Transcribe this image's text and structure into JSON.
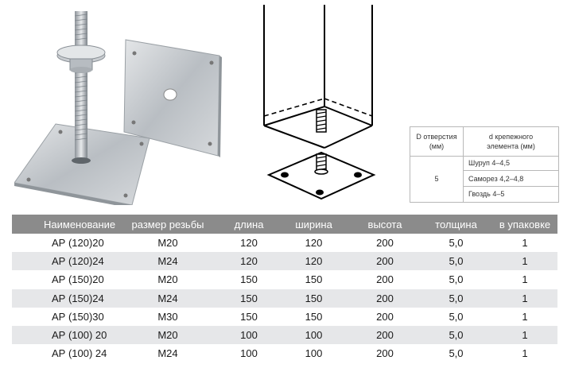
{
  "spec_table": {
    "col1_header": [
      "D отверстия",
      "(мм)"
    ],
    "col2_header": [
      "d крепежного",
      "элемента (мм)"
    ],
    "d_value": "5",
    "items": [
      "Шуруп 4–4,5",
      "Саморез 4,2–4,8",
      "Гвоздь 4–5"
    ]
  },
  "main_table": {
    "headers": [
      "Наименование",
      "размер резьбы",
      "длина",
      "ширина",
      "высота",
      "толщина",
      "в упаковке"
    ],
    "rows": [
      [
        "АР (120)20",
        "М20",
        "120",
        "120",
        "200",
        "5,0",
        "1"
      ],
      [
        "АР (120)24",
        "М24",
        "120",
        "120",
        "200",
        "5,0",
        "1"
      ],
      [
        "АР (150)20",
        "М20",
        "150",
        "150",
        "200",
        "5,0",
        "1"
      ],
      [
        "АР (150)24",
        "М24",
        "150",
        "150",
        "200",
        "5,0",
        "1"
      ],
      [
        "АР (150)30",
        "М30",
        "150",
        "150",
        "200",
        "5,0",
        "1"
      ],
      [
        "АР (100) 20",
        "М20",
        "100",
        "100",
        "200",
        "5,0",
        "1"
      ],
      [
        "АР (100) 24",
        "М24",
        "100",
        "100",
        "200",
        "5,0",
        "1"
      ]
    ]
  }
}
